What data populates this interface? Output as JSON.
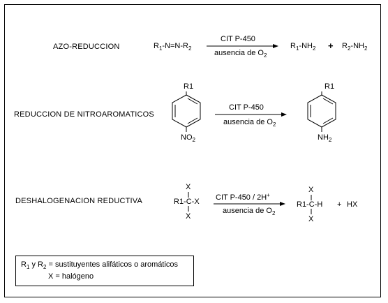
{
  "reactions": [
    {
      "name": "AZO-REDUCCION",
      "reactant": {
        "r1": "R",
        "r1_sub": "1",
        "mid": "-N=N-R",
        "r2_sub": "2"
      },
      "condition_top": "CIT  P-450",
      "condition_bottom": {
        "text": "ausencia de O",
        "sub": "2"
      },
      "product1": {
        "r": "R",
        "r_sub": "1",
        "rest": "-NH",
        "rest_sub": "2"
      },
      "plus": "+",
      "product2": {
        "r": "R",
        "r_sub": "2",
        "rest": "-NH",
        "rest_sub": "2"
      }
    },
    {
      "name": "REDUCCION DE NITROAROMATICOS",
      "reactant": {
        "top": "R1",
        "bottom": "NO",
        "bottom_sub": "2"
      },
      "condition_top": "CIT  P-450",
      "condition_bottom": {
        "text": "ausencia de O",
        "sub": "2"
      },
      "product": {
        "top": "R1",
        "bottom": "NH",
        "bottom_sub": "2"
      }
    },
    {
      "name": "DESHALOGENACION REDUCTIVA",
      "reactant": {
        "top": "X",
        "center": "R1-C-X",
        "bottom": "X"
      },
      "condition_top": {
        "text": "CIT  P-450 / 2H",
        "sup": "+"
      },
      "condition_bottom": {
        "text": "ausencia de O",
        "sub": "2"
      },
      "product": {
        "top": "X",
        "center": "R1-C-H",
        "bottom": "X"
      },
      "plus": "+",
      "byproduct": "HX"
    }
  ],
  "legend": {
    "line1": {
      "r1": "R",
      "s1": "1",
      "mid": " y R",
      "s2": "2",
      "rest": "  = sustituyentes alifáticos o aromáticos"
    },
    "line2": "X =  halógeno"
  }
}
